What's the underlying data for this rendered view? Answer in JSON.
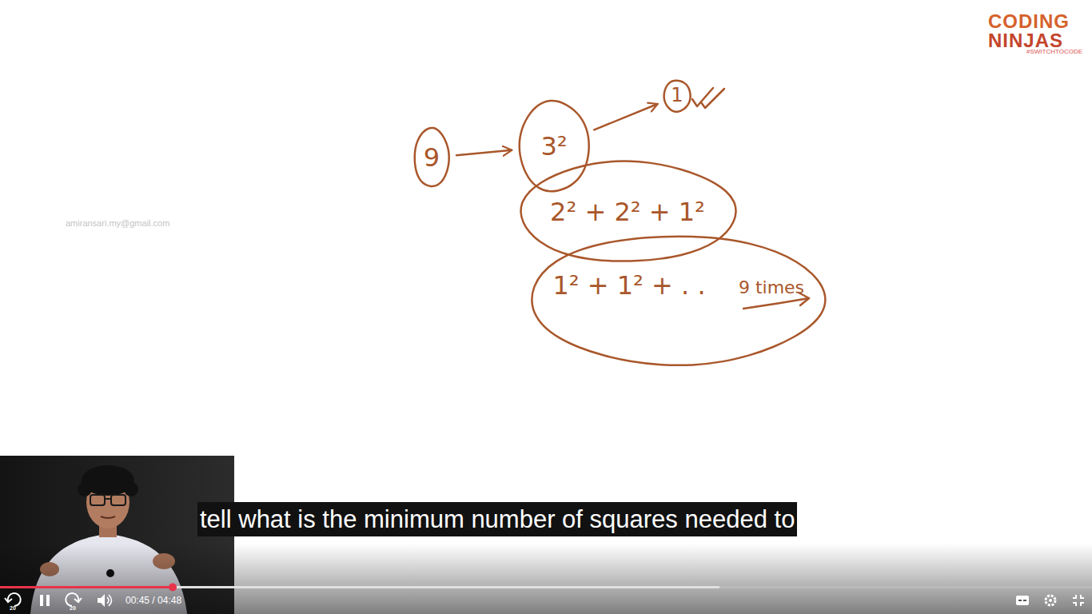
{
  "diagram": {
    "nodes": [
      {
        "text": [
          "9"
        ]
      },
      {
        "text": [
          "3²"
        ]
      },
      {
        "text": [
          "1"
        ]
      },
      {
        "text": [
          "2² + 2² + 1²"
        ]
      },
      {
        "text": [
          "1² + 1² + . .",
          "9 times"
        ]
      }
    ],
    "edges": [
      {
        "from": 0,
        "to": 1,
        "arrow": "to"
      },
      {
        "from": 1,
        "to": 2,
        "arrow": "to"
      }
    ],
    "labels": [
      "CODING",
      "NINJAS",
      "#SWITCHTOCODE",
      "amiransari.my@gmail.com",
      "tell what is the minimum number of squares needed to",
      "20",
      "20",
      "00:45 / 04:48"
    ]
  }
}
